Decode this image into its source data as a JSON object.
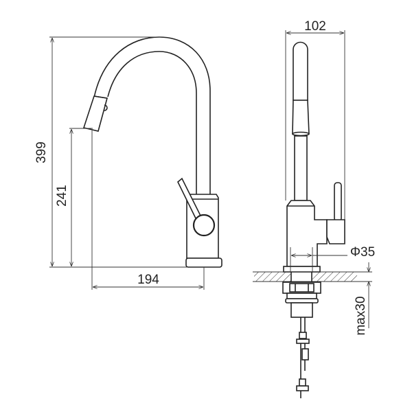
{
  "dimensions": {
    "overall_height": "399",
    "spout_height": "241",
    "spout_reach": "194",
    "width": "102",
    "base_diameter": "Φ35",
    "max_counter_thickness": "max30"
  },
  "colors": {
    "line": "#222222",
    "background": "#ffffff"
  }
}
